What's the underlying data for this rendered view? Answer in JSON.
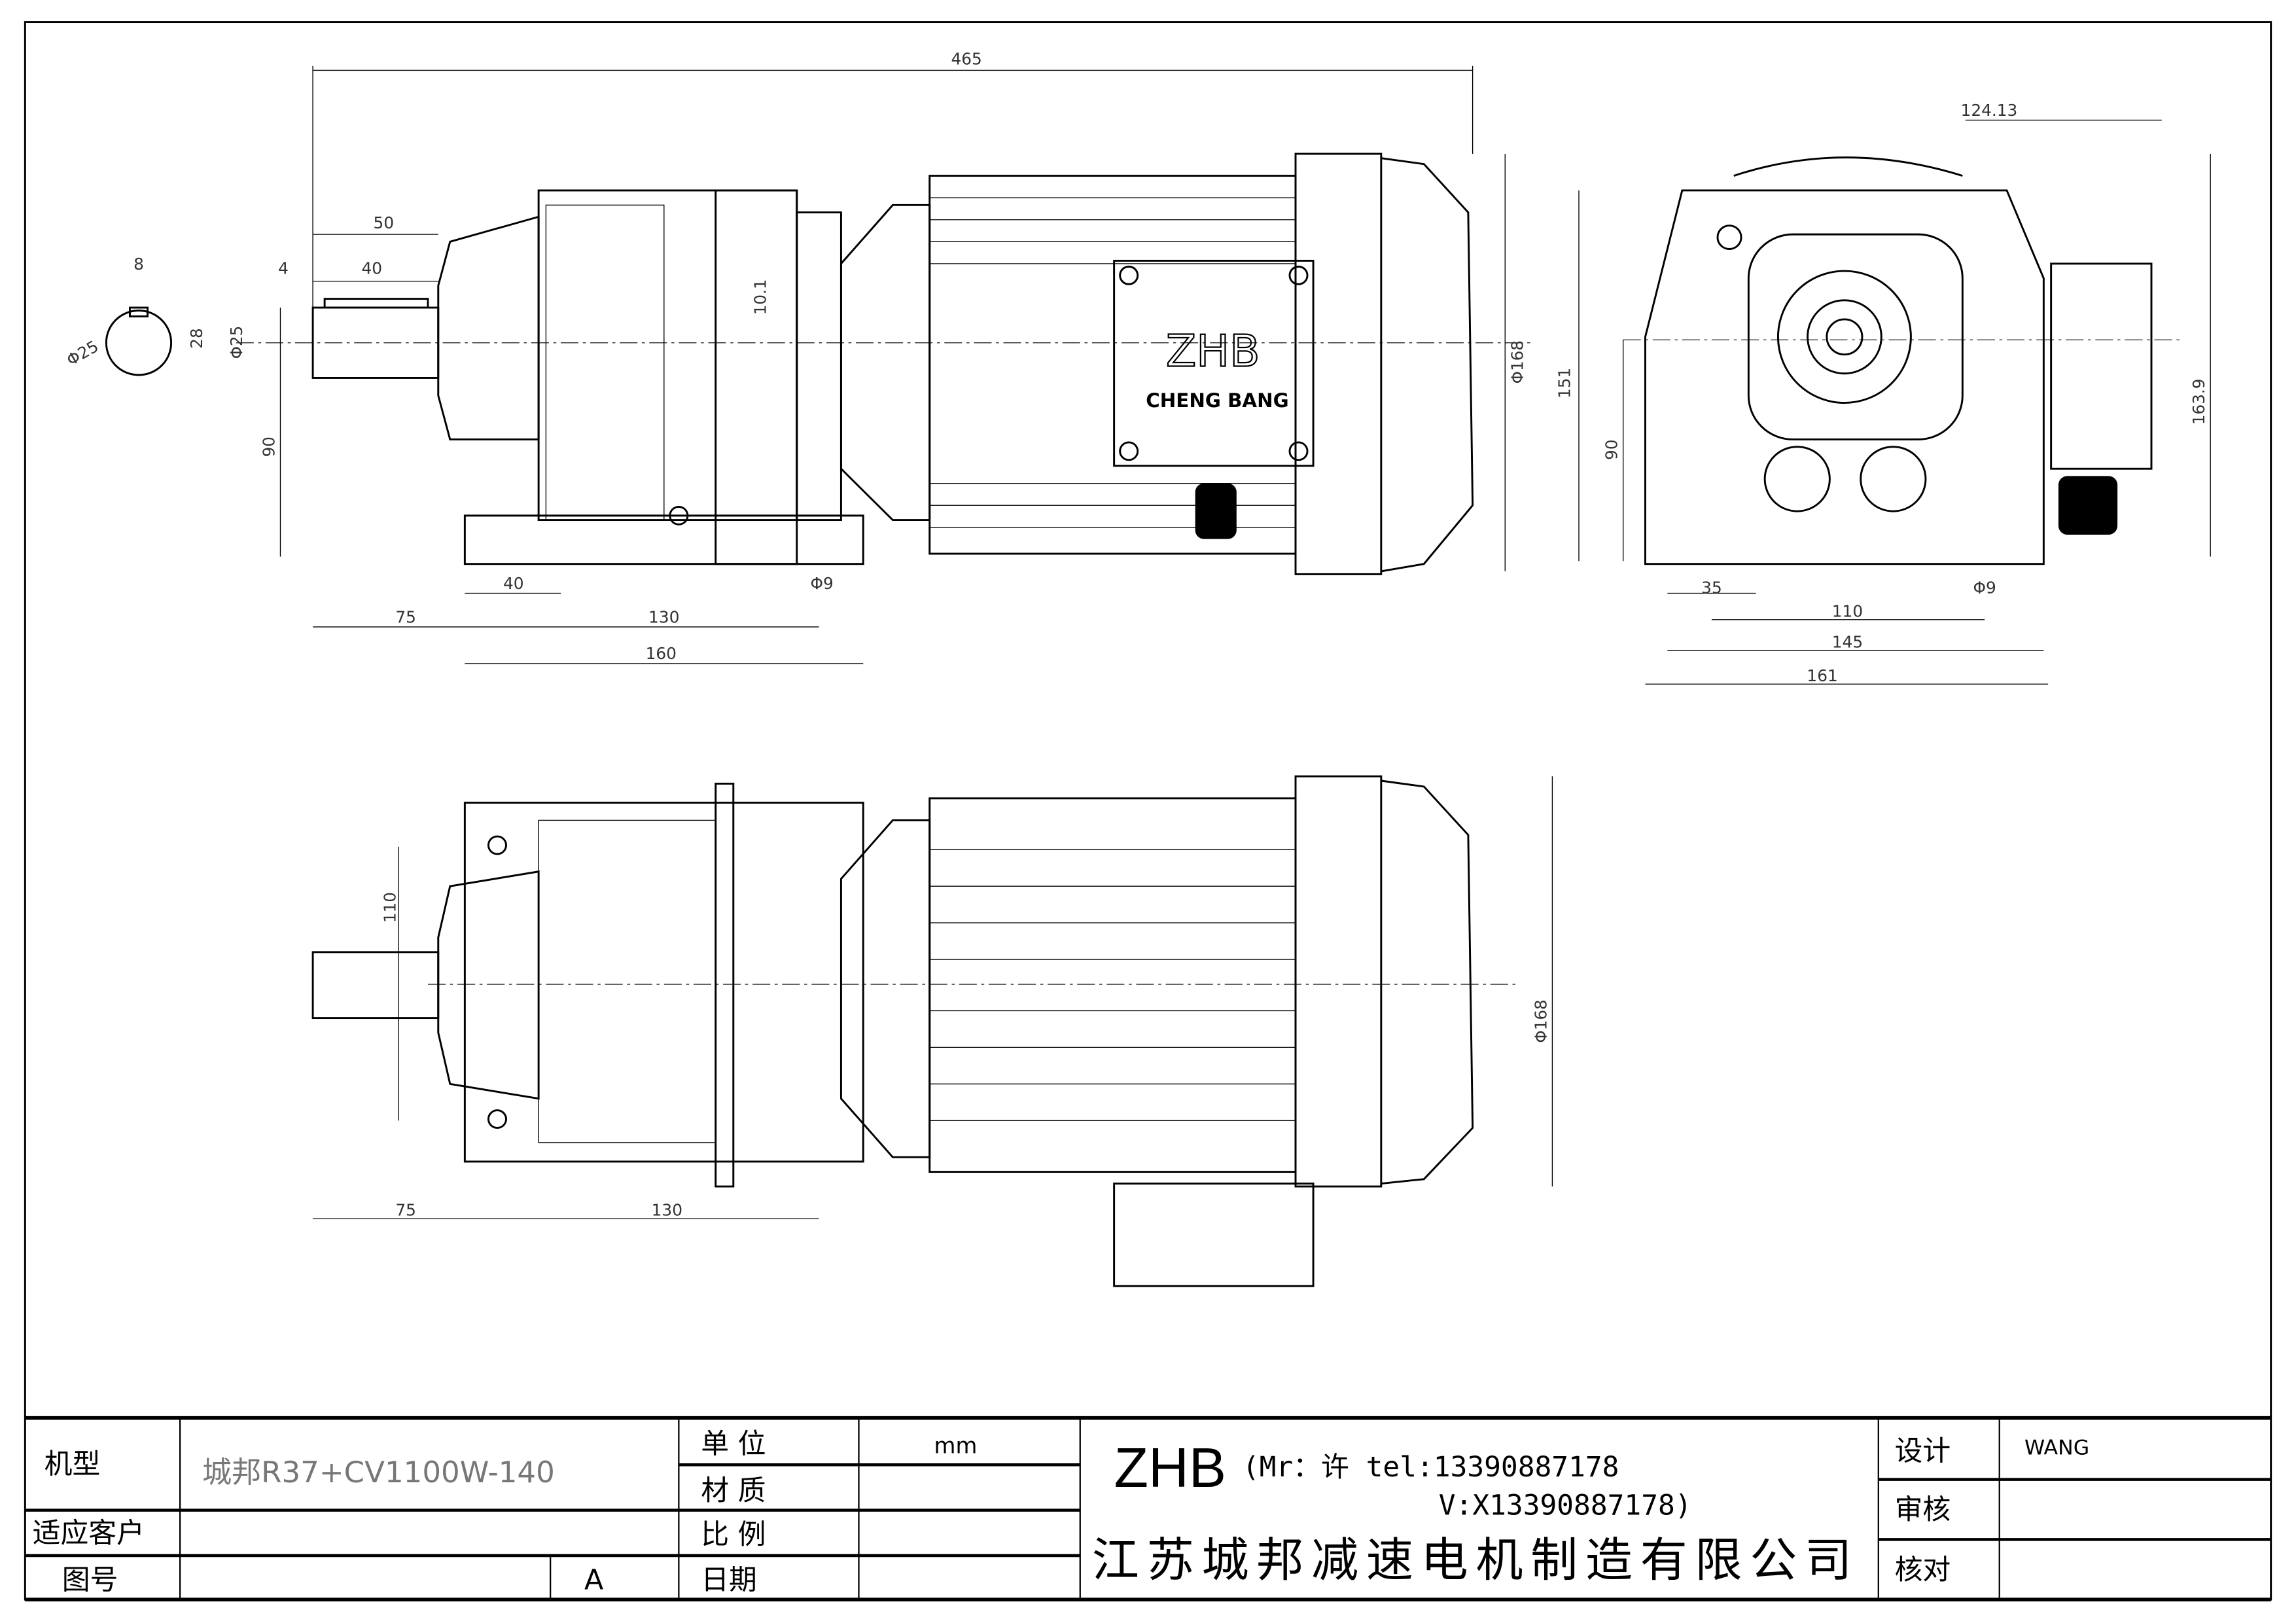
{
  "dimensions": {
    "side_view": [
      "465",
      "50",
      "40",
      "4",
      "8",
      "Φ25",
      "28",
      "Φ25",
      "10.1",
      "Φ168",
      "90",
      "40",
      "Φ9",
      "75",
      "130",
      "160"
    ],
    "end_view": [
      "124.13",
      "151",
      "163.9",
      "90",
      "35",
      "Φ9",
      "110",
      "145",
      "161"
    ],
    "top_view": [
      "110",
      "Φ168",
      "75",
      "130"
    ]
  },
  "terminal_box": {
    "logo": "ZHB",
    "brand": "CHENG BANG"
  },
  "title_block": {
    "model_label": "机型",
    "model_value": "城邦R37+CV1100W-140",
    "customer_label": "适应客户",
    "drawing_no_label": "图号",
    "revision": "A",
    "unit_label": "单 位",
    "unit_value": "mm",
    "material_label": "材 质",
    "scale_label": "比 例",
    "date_label": "日期",
    "logo": "ZHB",
    "contact_line1": "(Mr：许 tel:13390887178",
    "contact_line2": "V:X13390887178)",
    "company": "江苏城邦减速电机制造有限公司",
    "design_label": "设计",
    "design_value": "WANG",
    "review_label": "审核",
    "check_label": "核对"
  }
}
